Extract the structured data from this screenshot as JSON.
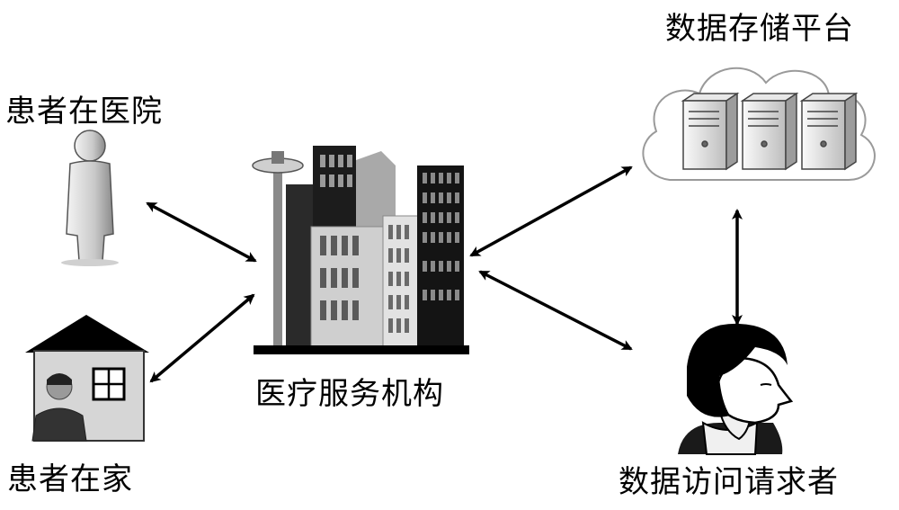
{
  "nodes": {
    "patient_hospital": {
      "label": "患者在医院",
      "icon": "standing-person-icon"
    },
    "patient_home": {
      "label": "患者在家",
      "icon": "house-with-person-icon"
    },
    "medical_org": {
      "label": "医疗服务机构",
      "icon": "city-buildings-icon"
    },
    "storage_platform": {
      "label": "数据存储平台",
      "icon": "cloud-servers-icon"
    },
    "data_requester": {
      "label": "数据访问请求者",
      "icon": "person-head-icon"
    }
  },
  "edges": [
    {
      "from": "patient_hospital",
      "to": "medical_org",
      "direction": "bidirectional"
    },
    {
      "from": "patient_home",
      "to": "medical_org",
      "direction": "bidirectional"
    },
    {
      "from": "medical_org",
      "to": "storage_platform",
      "direction": "bidirectional"
    },
    {
      "from": "medical_org",
      "to": "data_requester",
      "direction": "bidirectional"
    },
    {
      "from": "storage_platform",
      "to": "data_requester",
      "direction": "bidirectional"
    }
  ]
}
